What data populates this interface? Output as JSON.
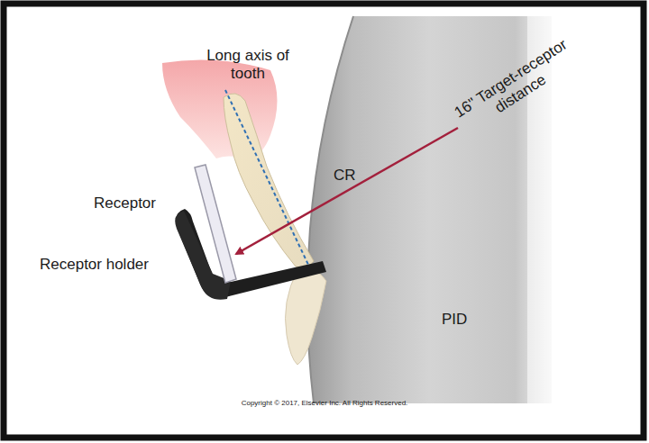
{
  "diagram": {
    "labels": [
      "Long axis of tooth",
      "Receptor",
      "Receptor holder",
      "CR",
      "16\" Target-receptor distance",
      "PID",
      "Copyright © 2017, Elsevier Inc. All Rights Reserved."
    ]
  }
}
